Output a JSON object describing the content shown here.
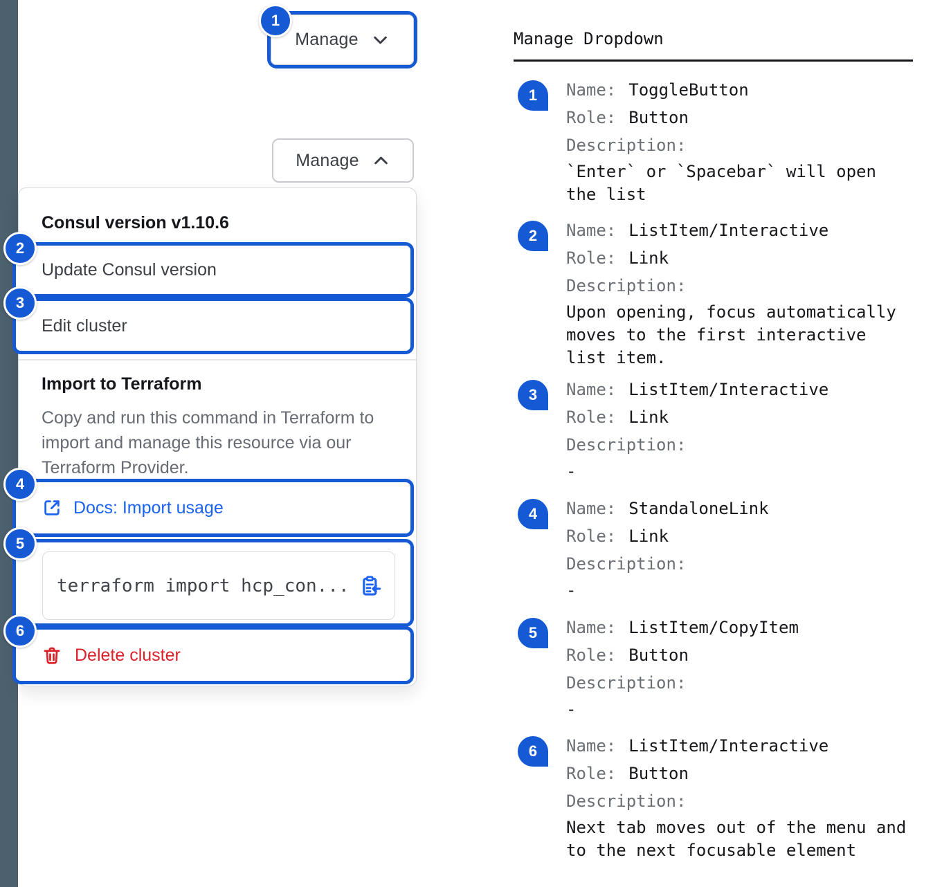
{
  "colors": {
    "annotation_blue": "#1659d4",
    "link_blue": "#1b63f0",
    "danger_red": "#d92229",
    "edge_bar_slate": "#4c616d"
  },
  "icons": {
    "chevron_down": "chevron-down-icon",
    "chevron_up": "chevron-up-icon",
    "external_link": "external-link-icon",
    "clipboard_copy": "clipboard-copy-icon",
    "trash": "trash-icon"
  },
  "toggle_collapsed": {
    "badge": "1",
    "label": "Manage"
  },
  "toggle_expanded": {
    "label": "Manage"
  },
  "dropdown": {
    "version_header": "Consul version v1.10.6",
    "update_item": {
      "badge": "2",
      "label": "Update Consul version"
    },
    "edit_item": {
      "badge": "3",
      "label": "Edit cluster"
    },
    "terraform_heading": "Import to Terraform",
    "terraform_description": "Copy and run this command in Terraform to import and manage this resource via our Terraform Provider.",
    "docs_link": {
      "badge": "4",
      "label": "Docs: Import usage"
    },
    "code_item": {
      "badge": "5",
      "text": "terraform import hcp_con..."
    },
    "delete_item": {
      "badge": "6",
      "label": "Delete cluster"
    }
  },
  "legend": {
    "title": "Manage Dropdown",
    "field_labels": {
      "name": "Name:",
      "role": "Role:",
      "description": "Description:"
    },
    "items": [
      {
        "badge": "1",
        "name": "ToggleButton",
        "role": "Button",
        "description": "`Enter` or `Spacebar` will open the list"
      },
      {
        "badge": "2",
        "name": "ListItem/Interactive",
        "role": "Link",
        "description": "Upon opening, focus automatically moves to the first interactive list item."
      },
      {
        "badge": "3",
        "name": "ListItem/Interactive",
        "role": "Link",
        "description": "-"
      },
      {
        "badge": "4",
        "name": "StandaloneLink",
        "role": "Link",
        "description": "-"
      },
      {
        "badge": "5",
        "name": "ListItem/CopyItem",
        "role": "Button",
        "description": "-"
      },
      {
        "badge": "6",
        "name": "ListItem/Interactive",
        "role": "Button",
        "description": "Next tab moves out of the menu and to the next focusable element"
      }
    ]
  }
}
